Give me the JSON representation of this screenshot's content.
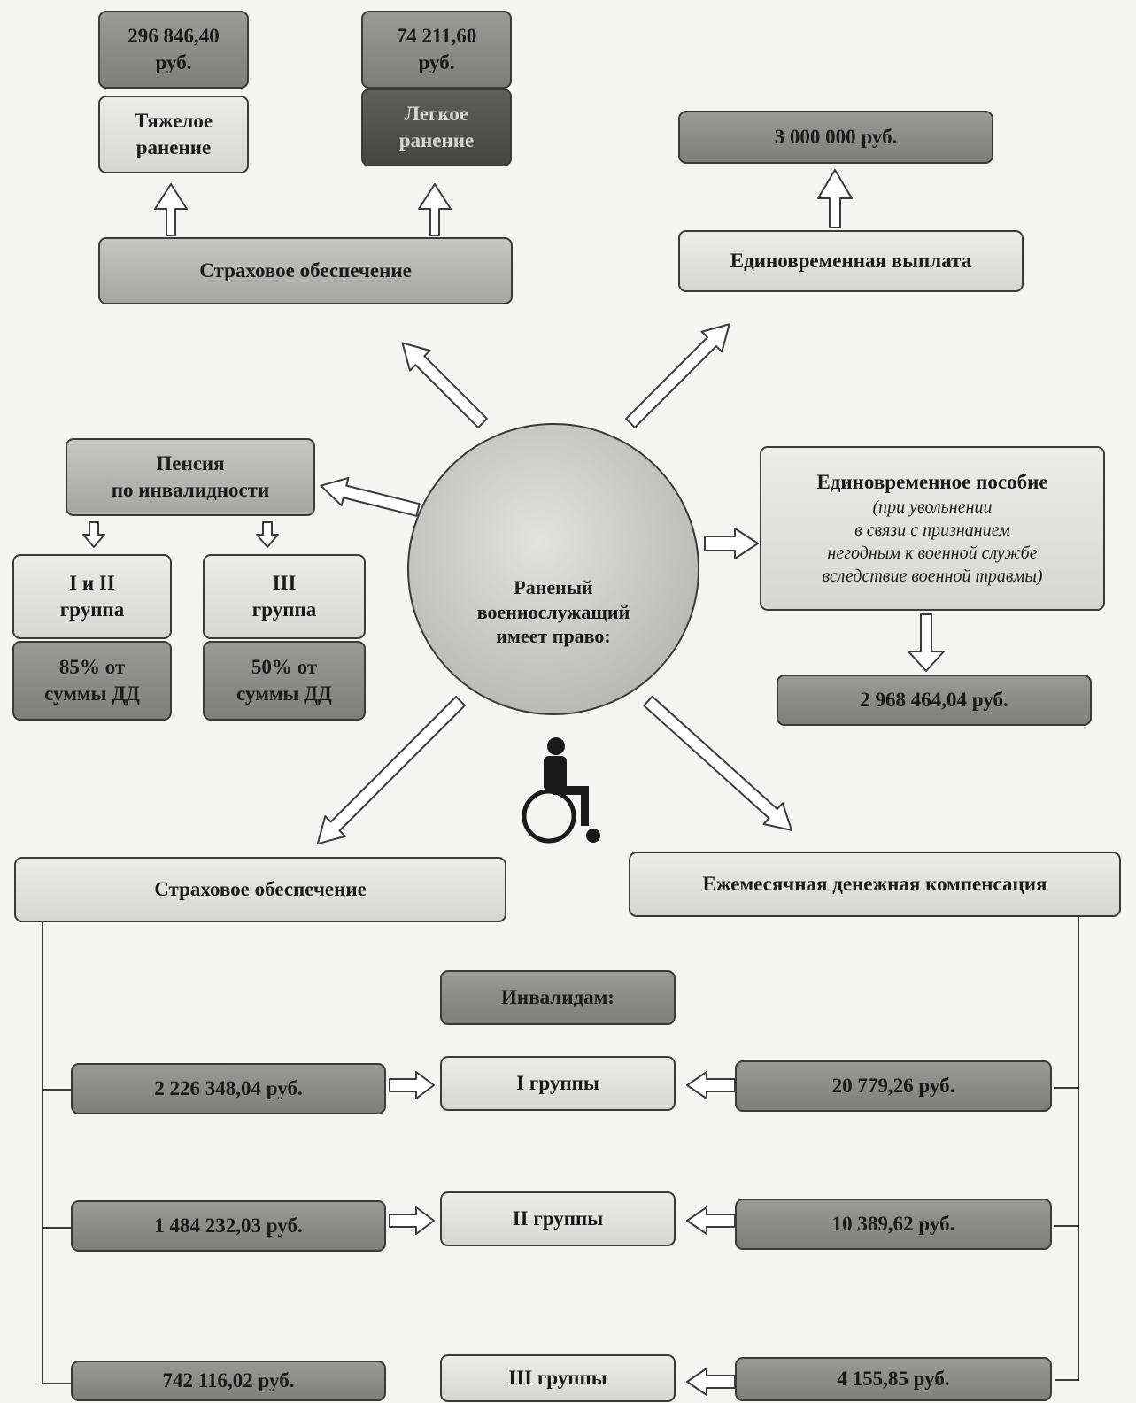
{
  "top_left": {
    "heavy_amount": [
      "296 846,40",
      "руб."
    ],
    "heavy_label": [
      "Тяжелое",
      "ранение"
    ],
    "light_amount": [
      "74 211,60",
      "руб."
    ],
    "light_label": [
      "Легкое",
      "ранение"
    ],
    "insurance_label": "Страховое обеспечение"
  },
  "top_right": {
    "amount": "3 000 000 руб.",
    "label": "Единовременная выплата"
  },
  "center": [
    "Раненый",
    "военнослужащий",
    "имеет право:"
  ],
  "pension": {
    "title": [
      "Пенсия",
      "по инвалидности"
    ],
    "group12": [
      "I и II",
      "группа"
    ],
    "group3": [
      "III",
      "группа"
    ],
    "pct12": [
      "85% от",
      "суммы ДД"
    ],
    "pct3": [
      "50% от",
      "суммы ДД"
    ]
  },
  "allowance": {
    "title": "Единовременное пособие",
    "note": [
      "(при увольнении",
      "в связи с признанием",
      "негодным к военной службе",
      "вследствие военной травмы)"
    ],
    "amount": "2 968 464,04 руб."
  },
  "bottom": {
    "insurance_label": "Страховое обеспечение",
    "compensation_label": "Ежемесячная денежная компенсация",
    "disabled_label": "Инвалидам:",
    "groups": [
      "I группы",
      "II группы",
      "III группы"
    ],
    "insurance_amounts": [
      "2 226 348,04 руб.",
      "1 484 232,03 руб.",
      "742 116,02 руб."
    ],
    "compensation_amounts": [
      "20 779,26 руб.",
      "10 389,62 руб.",
      "4 155,85 руб."
    ]
  }
}
